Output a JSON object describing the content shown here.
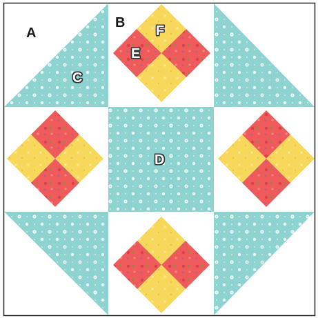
{
  "labels": {
    "a": "A",
    "b": "B",
    "c": "C",
    "d": "D",
    "e": "E",
    "f": "F"
  },
  "colors": {
    "background": "#ffffff",
    "aqua_fabric": "#8fd3d1",
    "aqua_dot": "#eafaf8",
    "yellow_fabric": "#f7d85b",
    "red_fabric": "#ef5a5a",
    "red_leaf": "#6c9a3b",
    "frame": "#222222"
  }
}
